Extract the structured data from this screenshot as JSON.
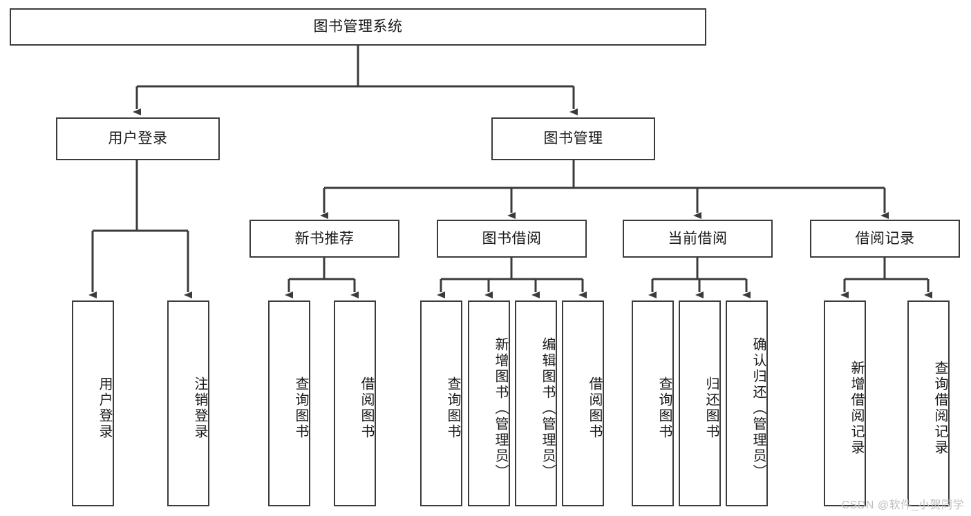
{
  "diagram": {
    "title": "图书管理系统",
    "type": "tree",
    "stroke_color": "#3b3b3b",
    "fill_color": "#ffffff",
    "text_color": "#1a1a1a",
    "root": {
      "id": "root",
      "label": "图书管理系统",
      "orientation": "horizontal"
    },
    "level2": [
      {
        "id": "user-login",
        "label": "用户登录",
        "orientation": "horizontal"
      },
      {
        "id": "book-manage",
        "label": "图书管理",
        "orientation": "horizontal"
      }
    ],
    "level3": [
      {
        "id": "new-book-recommend",
        "label": "新书推荐",
        "parent": "book-manage",
        "orientation": "horizontal"
      },
      {
        "id": "book-borrow",
        "label": "图书借阅",
        "parent": "book-manage",
        "orientation": "horizontal"
      },
      {
        "id": "current-borrow",
        "label": "当前借阅",
        "parent": "book-manage",
        "orientation": "horizontal"
      },
      {
        "id": "borrow-record",
        "label": "借阅记录",
        "parent": "book-manage",
        "orientation": "horizontal"
      }
    ],
    "leaves": [
      {
        "id": "leaf-user-login",
        "label": "用户登录",
        "parent": "user-login",
        "orientation": "vertical"
      },
      {
        "id": "leaf-logout-login",
        "label": "注销登录",
        "parent": "user-login",
        "orientation": "vertical"
      },
      {
        "id": "leaf-query-book-1",
        "label": "查询图书",
        "parent": "new-book-recommend",
        "orientation": "vertical"
      },
      {
        "id": "leaf-borrow-book-1",
        "label": "借阅图书",
        "parent": "new-book-recommend",
        "orientation": "vertical"
      },
      {
        "id": "leaf-query-book-2",
        "label": "查询图书",
        "parent": "book-borrow",
        "orientation": "vertical"
      },
      {
        "id": "leaf-add-book-admin",
        "label": "新增图书（管理员）",
        "parent": "book-borrow",
        "orientation": "vertical"
      },
      {
        "id": "leaf-edit-book-admin",
        "label": "编辑图书（管理员）",
        "parent": "book-borrow",
        "orientation": "vertical"
      },
      {
        "id": "leaf-borrow-book-2",
        "label": "借阅图书",
        "parent": "book-borrow",
        "orientation": "vertical"
      },
      {
        "id": "leaf-query-book-3",
        "label": "查询图书",
        "parent": "current-borrow",
        "orientation": "vertical"
      },
      {
        "id": "leaf-return-book",
        "label": "归还图书",
        "parent": "current-borrow",
        "orientation": "vertical"
      },
      {
        "id": "leaf-confirm-return-admin",
        "label": "确认归还（管理员）",
        "parent": "current-borrow",
        "orientation": "vertical"
      },
      {
        "id": "leaf-add-borrow-record",
        "label": "新增借阅记录",
        "parent": "borrow-record",
        "orientation": "vertical"
      },
      {
        "id": "leaf-query-borrow-record",
        "label": "查询借阅记录",
        "parent": "borrow-record",
        "orientation": "vertical"
      }
    ]
  },
  "watermark": {
    "text": "CSDN @软件_小贺同学",
    "color": "#bfbfbf"
  }
}
